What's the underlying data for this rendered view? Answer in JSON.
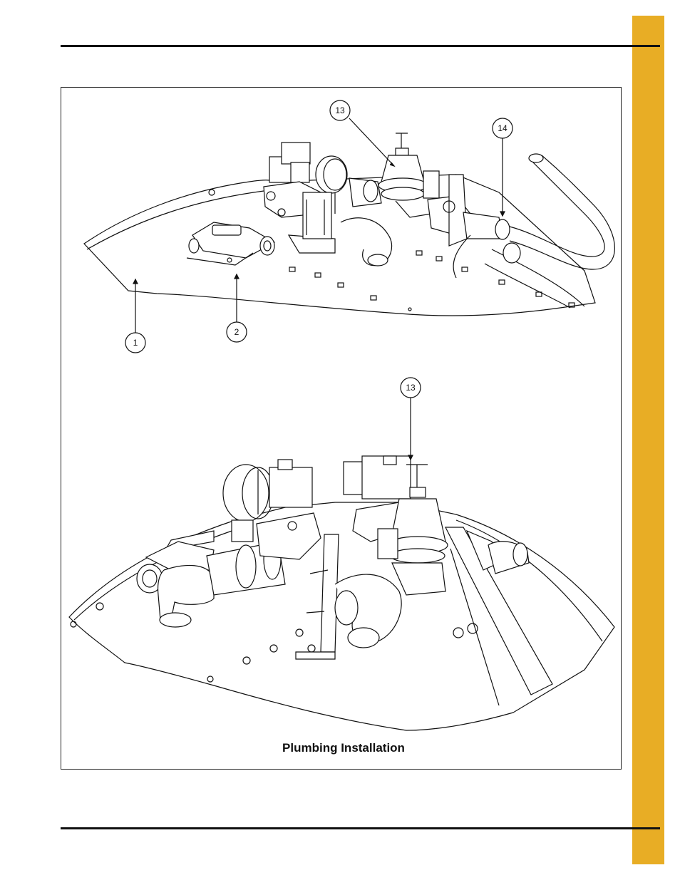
{
  "figure": {
    "caption": "Plumbing Installation",
    "callouts": [
      "1",
      "2",
      "13",
      "14",
      "13"
    ]
  },
  "colors": {
    "side_tab": "#e8ad25"
  }
}
